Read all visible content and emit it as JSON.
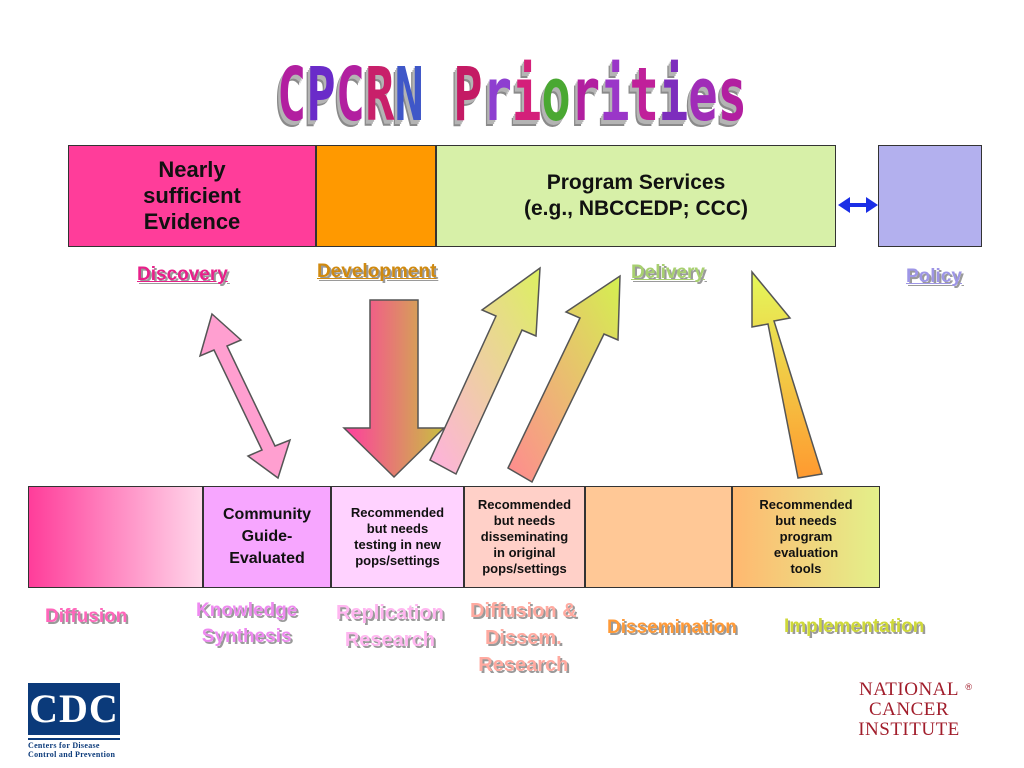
{
  "title": {
    "text": "CPCRN Priorities",
    "letter_colors": [
      "#b21fa0",
      "#6a2bc9",
      "#b21fa0",
      "#c8206a",
      "#3f57c8",
      "#d4c02a",
      "#c41a64",
      "#8e3fd0",
      "#d4207a",
      "#4aa832",
      "#b21fa0",
      "#9a36c8",
      "#c0209a",
      "#7d2dbd",
      "#a02cb8",
      "#b21fa0"
    ]
  },
  "top_row": {
    "evidence_text": "Nearly\nsufficient\nEvidence",
    "program_text": "Program Services\n(e.g., NBCCEDP; CCC)"
  },
  "stages": {
    "discovery": "Discovery",
    "development": "Development",
    "delivery": "Delivery",
    "policy": "Policy"
  },
  "bottom_row": {
    "community": "Community\nGuide-\nEvaluated",
    "testing": "Recommended\nbut  needs\ntesting in new\npops/settings",
    "disseminating": "Recommended\nbut  needs\ndisseminating\nin original\npops/settings",
    "evaluation": "Recommended\nbut  needs\nprogram\nevaluation\ntools"
  },
  "bottom_labels": {
    "diffusion": "Diffusion",
    "knowledge": "Knowledge\nSynthesis",
    "replication": "Replication\nResearch",
    "diffusion_dissem": "Diffusion &\nDissem.\nResearch",
    "dissemination": "Dissemination",
    "implementation": "Implementation"
  },
  "logos": {
    "cdc": "CDC",
    "cdc_sub": "Centers for Disease\nControl and Prevention",
    "nci": "NATIONAL\nCANCER\nINSTITUTE",
    "nci_reg": "®"
  },
  "colors": {
    "discovery_label": "#e8208a",
    "development_label": "#d08a10",
    "delivery_label": "#a8d070",
    "policy_label": "#9e96e6",
    "diffusion_label": "#ff66bb",
    "knowledge_label": "#ee8af0",
    "replication_label": "#ffb6f0",
    "diffusion_dissem_label": "#ffaaa0",
    "dissemination_label": "#ff9a38",
    "implementation_label": "#cfd93a"
  }
}
